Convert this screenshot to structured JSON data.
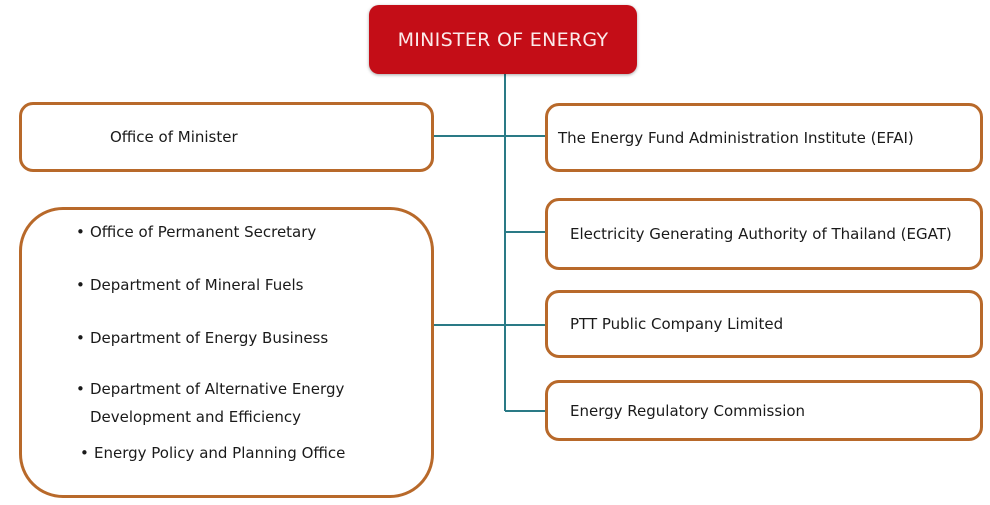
{
  "minister": "MINISTER OF ENERGY",
  "office_of_minister": "Office of Minister",
  "departments": [
    "Office of Permanent Secretary",
    "Department of Mineral Fuels",
    "Department of Energy Business",
    "Department of Alternative Energy Development and Efficiency",
    "Energy Policy and Planning Office"
  ],
  "agencies": [
    "The Energy Fund Administration Institute (EFAI)",
    "Electricity Generating Authority of Thailand (EGAT)",
    "PTT Public Company Limited",
    "Energy Regulatory Commission"
  ],
  "colors": {
    "minister_fill": "#c40d17",
    "box_border": "#b8692a",
    "connector": "#2a7a86"
  }
}
